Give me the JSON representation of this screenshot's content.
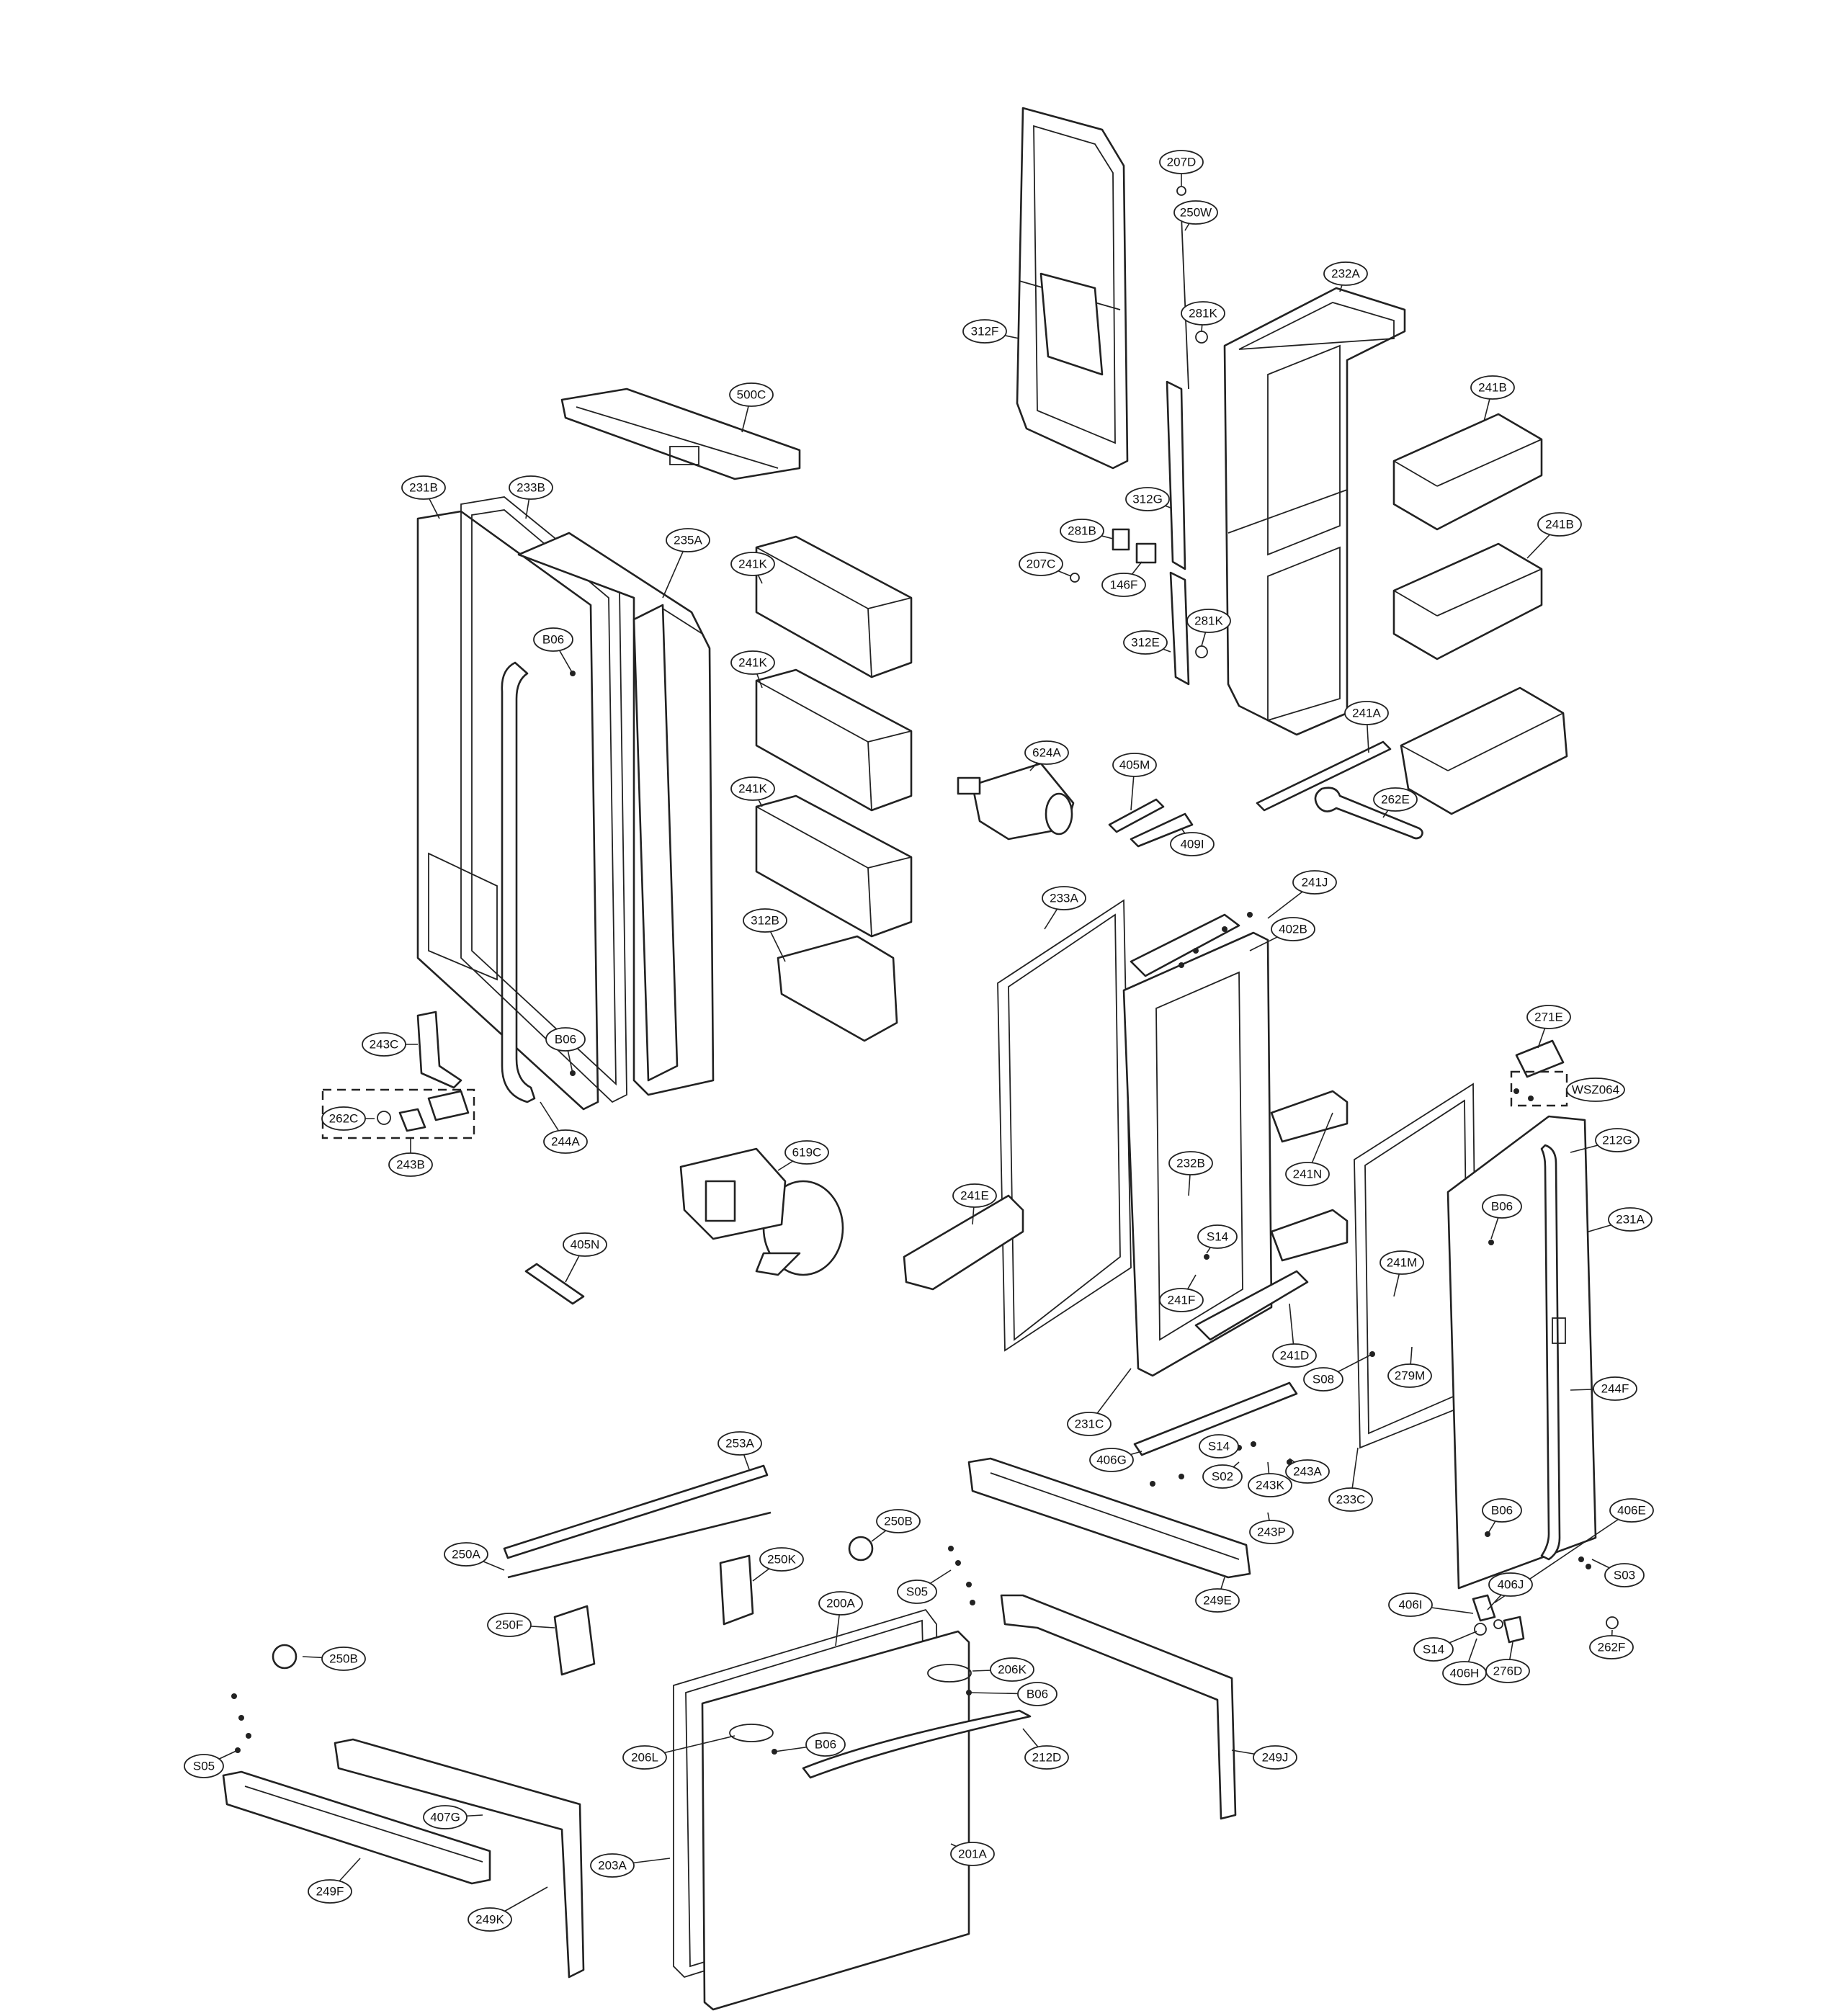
{
  "diagram": {
    "callouts": [
      {
        "id": "207D",
        "label": "207D"
      },
      {
        "id": "250W",
        "label": "250W"
      },
      {
        "id": "312F",
        "label": "312F"
      },
      {
        "id": "232A",
        "label": "232A"
      },
      {
        "id": "281K-top",
        "label": "281K"
      },
      {
        "id": "500C",
        "label": "500C"
      },
      {
        "id": "241B-1",
        "label": "241B"
      },
      {
        "id": "231B",
        "label": "231B"
      },
      {
        "id": "233B",
        "label": "233B"
      },
      {
        "id": "312G",
        "label": "312G"
      },
      {
        "id": "281B",
        "label": "281B"
      },
      {
        "id": "241B-2",
        "label": "241B"
      },
      {
        "id": "235A",
        "label": "235A"
      },
      {
        "id": "241K-1",
        "label": "241K"
      },
      {
        "id": "207C",
        "label": "207C"
      },
      {
        "id": "146F",
        "label": "146F"
      },
      {
        "id": "281K-mid",
        "label": "281K"
      },
      {
        "id": "B06-1",
        "label": "B06"
      },
      {
        "id": "312E",
        "label": "312E"
      },
      {
        "id": "241K-2",
        "label": "241K"
      },
      {
        "id": "241A",
        "label": "241A"
      },
      {
        "id": "624A",
        "label": "624A"
      },
      {
        "id": "405M",
        "label": "405M"
      },
      {
        "id": "241K-3",
        "label": "241K"
      },
      {
        "id": "262E",
        "label": "262E"
      },
      {
        "id": "409I",
        "label": "409I"
      },
      {
        "id": "241J",
        "label": "241J"
      },
      {
        "id": "312B",
        "label": "312B"
      },
      {
        "id": "233A",
        "label": "233A"
      },
      {
        "id": "402B",
        "label": "402B"
      },
      {
        "id": "271E",
        "label": "271E"
      },
      {
        "id": "243C",
        "label": "243C"
      },
      {
        "id": "B06-2",
        "label": "B06"
      },
      {
        "id": "WSZ064",
        "label": "WSZ064"
      },
      {
        "id": "262C",
        "label": "262C"
      },
      {
        "id": "244A",
        "label": "244A"
      },
      {
        "id": "243B",
        "label": "243B"
      },
      {
        "id": "619C",
        "label": "619C"
      },
      {
        "id": "212G",
        "label": "212G"
      },
      {
        "id": "232B",
        "label": "232B"
      },
      {
        "id": "241N",
        "label": "241N"
      },
      {
        "id": "B06-3",
        "label": "B06"
      },
      {
        "id": "241E",
        "label": "241E"
      },
      {
        "id": "231A",
        "label": "231A"
      },
      {
        "id": "S14-1",
        "label": "S14"
      },
      {
        "id": "405N",
        "label": "405N"
      },
      {
        "id": "241F",
        "label": "241F"
      },
      {
        "id": "241M",
        "label": "241M"
      },
      {
        "id": "241D",
        "label": "241D"
      },
      {
        "id": "S08",
        "label": "S08"
      },
      {
        "id": "279M",
        "label": "279M"
      },
      {
        "id": "244F",
        "label": "244F"
      },
      {
        "id": "231C",
        "label": "231C"
      },
      {
        "id": "S14-2",
        "label": "S14"
      },
      {
        "id": "253A",
        "label": "253A"
      },
      {
        "id": "406G",
        "label": "406G"
      },
      {
        "id": "243A",
        "label": "243A"
      },
      {
        "id": "S02",
        "label": "S02"
      },
      {
        "id": "243K",
        "label": "243K"
      },
      {
        "id": "233C",
        "label": "233C"
      },
      {
        "id": "B06-4",
        "label": "B06"
      },
      {
        "id": "406E",
        "label": "406E"
      },
      {
        "id": "250B-1",
        "label": "250B"
      },
      {
        "id": "243P",
        "label": "243P"
      },
      {
        "id": "250A",
        "label": "250A"
      },
      {
        "id": "250K",
        "label": "250K"
      },
      {
        "id": "S03",
        "label": "S03"
      },
      {
        "id": "S05-1",
        "label": "S05"
      },
      {
        "id": "249E",
        "label": "249E"
      },
      {
        "id": "200A",
        "label": "200A"
      },
      {
        "id": "406J",
        "label": "406J"
      },
      {
        "id": "406I",
        "label": "406I"
      },
      {
        "id": "250F",
        "label": "250F"
      },
      {
        "id": "S14-3",
        "label": "S14"
      },
      {
        "id": "262F",
        "label": "262F"
      },
      {
        "id": "250B-2",
        "label": "250B"
      },
      {
        "id": "206K",
        "label": "206K"
      },
      {
        "id": "406H",
        "label": "406H"
      },
      {
        "id": "276D",
        "label": "276D"
      },
      {
        "id": "B06-5",
        "label": "B06"
      },
      {
        "id": "S05-2",
        "label": "S05"
      },
      {
        "id": "B06-6",
        "label": "B06"
      },
      {
        "id": "206L",
        "label": "206L"
      },
      {
        "id": "212D",
        "label": "212D"
      },
      {
        "id": "249J",
        "label": "249J"
      },
      {
        "id": "407G",
        "label": "407G"
      },
      {
        "id": "203A",
        "label": "203A"
      },
      {
        "id": "201A",
        "label": "201A"
      },
      {
        "id": "249F",
        "label": "249F"
      },
      {
        "id": "249K",
        "label": "249K"
      }
    ]
  }
}
